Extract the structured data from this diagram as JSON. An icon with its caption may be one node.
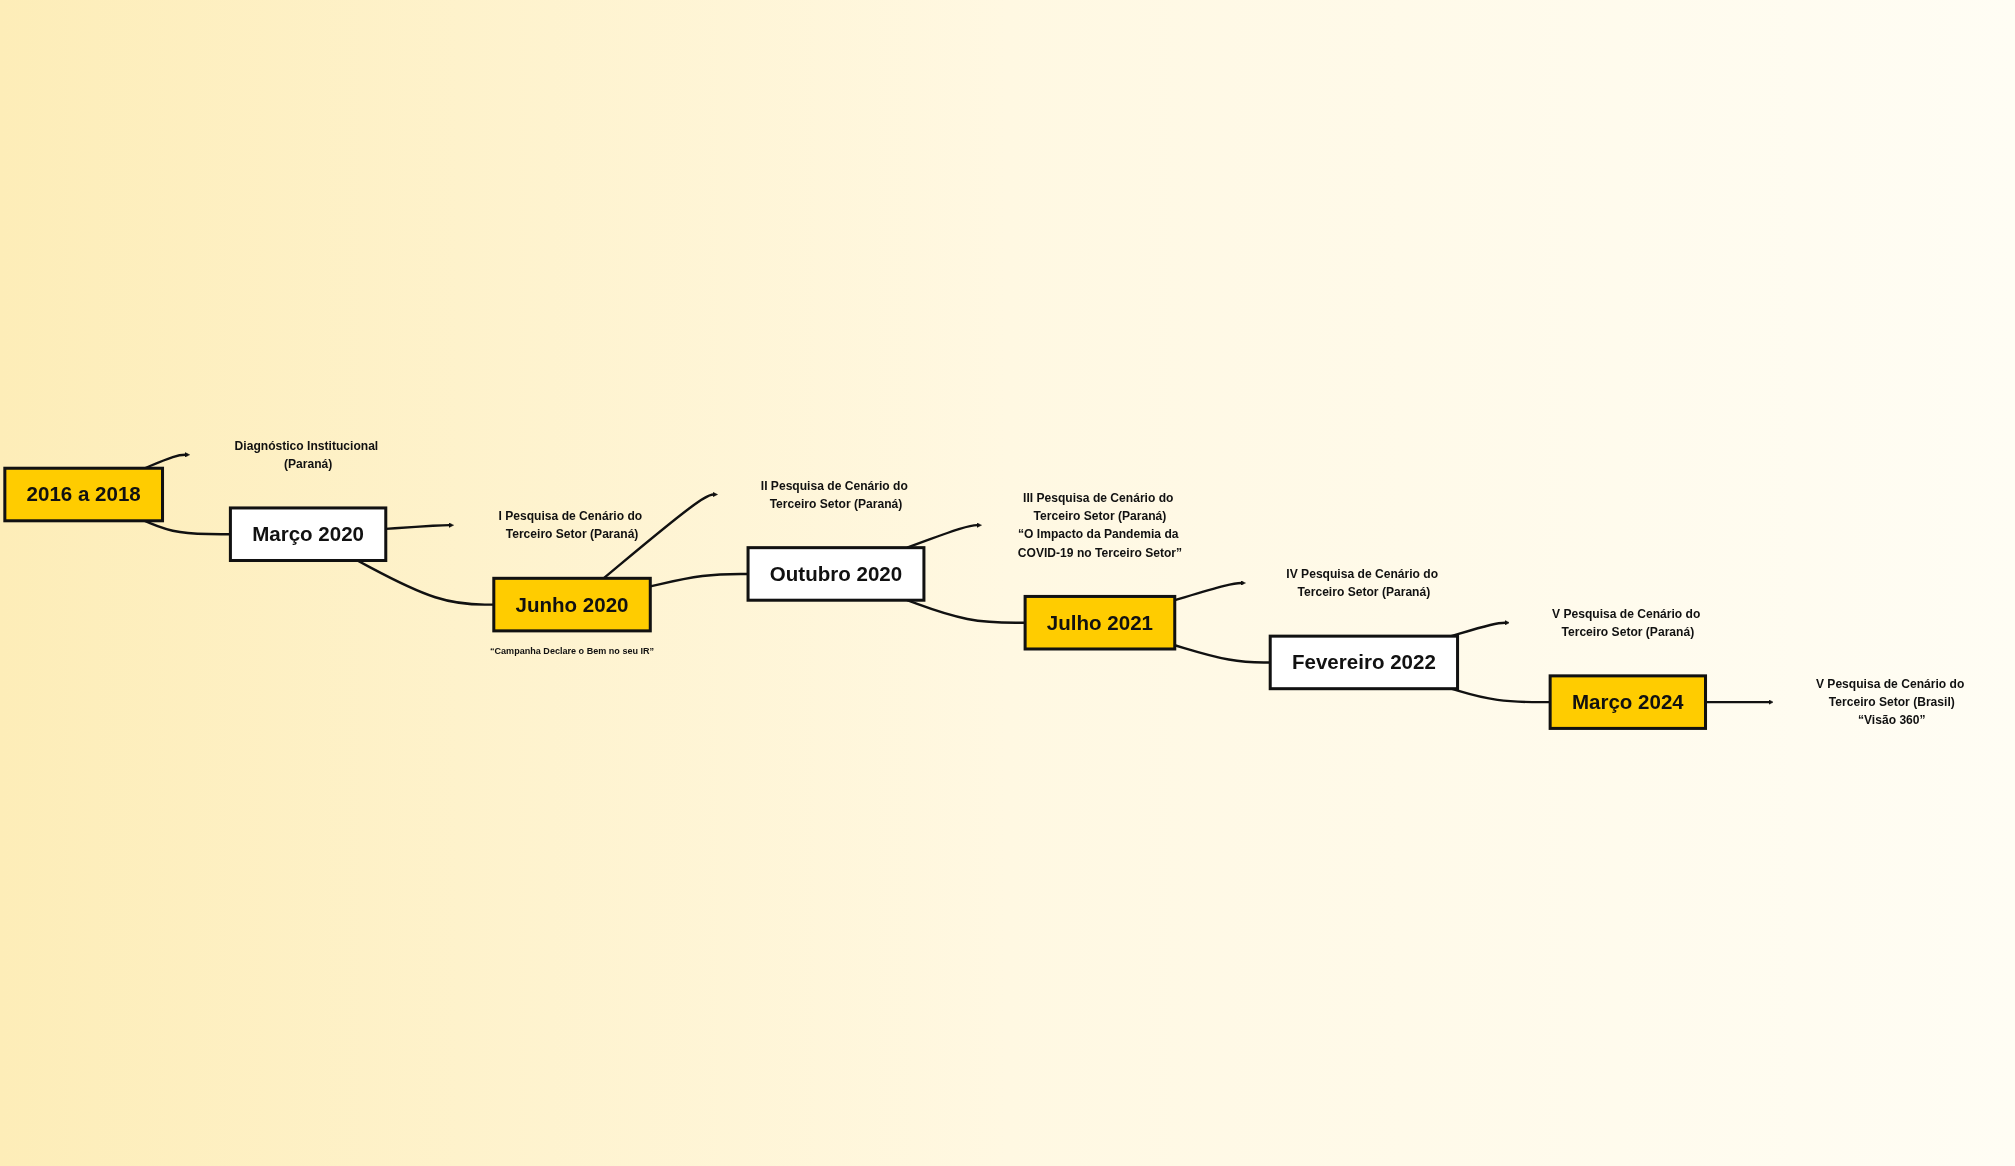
{
  "diagram": {
    "nodes": [
      {
        "text": [
          "2016 a 2018"
        ]
      },
      {
        "text": [
          "Diagnóstico Institucional (Paraná)"
        ]
      },
      {
        "text": [
          "Março 2020"
        ]
      },
      {
        "text": [
          "I Pesquisa de Cenário do Terceiro Setor (Paraná)"
        ]
      },
      {
        "text": [
          "Junho 2020"
        ],
        "beside": [
          "“Campanha Declare o Bem no seu IR”"
        ]
      },
      {
        "text": [
          "II Pesquisa de Cenário do Terceiro Setor (Paraná)"
        ]
      },
      {
        "text": [
          "Outubro 2020"
        ]
      },
      {
        "text": [
          "III Pesquisa de Cenário do Terceiro Setor (Paraná)",
          "“O Impacto da Pandemia da COVID-19 no Terceiro Setor”"
        ]
      },
      {
        "text": [
          "Julho 2021"
        ]
      },
      {
        "text": [
          "IV Pesquisa de Cenário do Terceiro Setor (Paraná)"
        ]
      },
      {
        "text": [
          "Fevereiro 2022"
        ]
      },
      {
        "text": [
          "V Pesquisa de Cenário do Terceiro Setor (Paraná)"
        ]
      },
      {
        "text": [
          "Março 2024"
        ]
      },
      {
        "text": [
          "V Pesquisa de Cenário do Terceiro Setor (Brasil)",
          "“Visão 360”"
        ]
      }
    ],
    "edges": [
      {
        "from": 0,
        "to": 1,
        "arrow": "to"
      },
      {
        "from": 0,
        "to": 2,
        "arrow": "none"
      },
      {
        "from": 2,
        "to": 3,
        "arrow": "to"
      },
      {
        "from": 2,
        "to": 4,
        "arrow": "none"
      },
      {
        "from": 4,
        "to": 5,
        "arrow": "to"
      },
      {
        "from": 4,
        "to": 6,
        "arrow": "none"
      },
      {
        "from": 6,
        "to": 7,
        "arrow": "to"
      },
      {
        "from": 6,
        "to": 8,
        "arrow": "none"
      },
      {
        "from": 8,
        "to": 9,
        "arrow": "to"
      },
      {
        "from": 8,
        "to": 10,
        "arrow": "none"
      },
      {
        "from": 10,
        "to": 11,
        "arrow": "to"
      },
      {
        "from": 10,
        "to": 12,
        "arrow": "none"
      },
      {
        "from": 12,
        "to": 13,
        "arrow": "to"
      }
    ]
  }
}
